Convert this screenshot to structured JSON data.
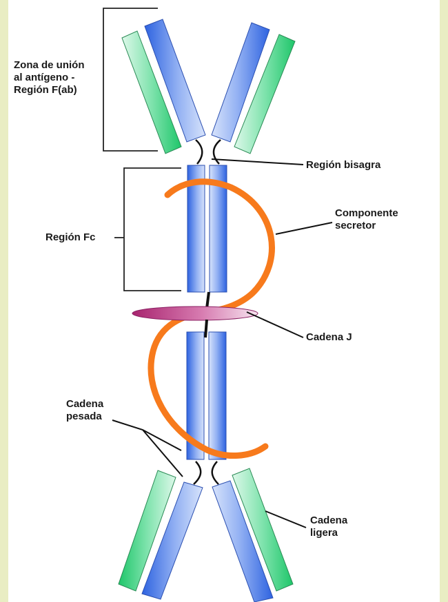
{
  "labels": {
    "fab_region": "Zona de unión\nal antígeno -\nRegión F(ab)",
    "hinge_region": "Región bisagra",
    "fc_region": "Región Fc",
    "secretory_component": "Componente\nsecretor",
    "j_chain": "Cadena J",
    "heavy_chain": "Cadena\npesada",
    "light_chain": "Cadena\nligera"
  },
  "colors": {
    "heavy_chain": "#3f6fe6",
    "light_chain": "#2fcf7a",
    "secretory_component": "#f77a1c",
    "j_chain": "#b02d82",
    "background": "#e9edc3"
  }
}
